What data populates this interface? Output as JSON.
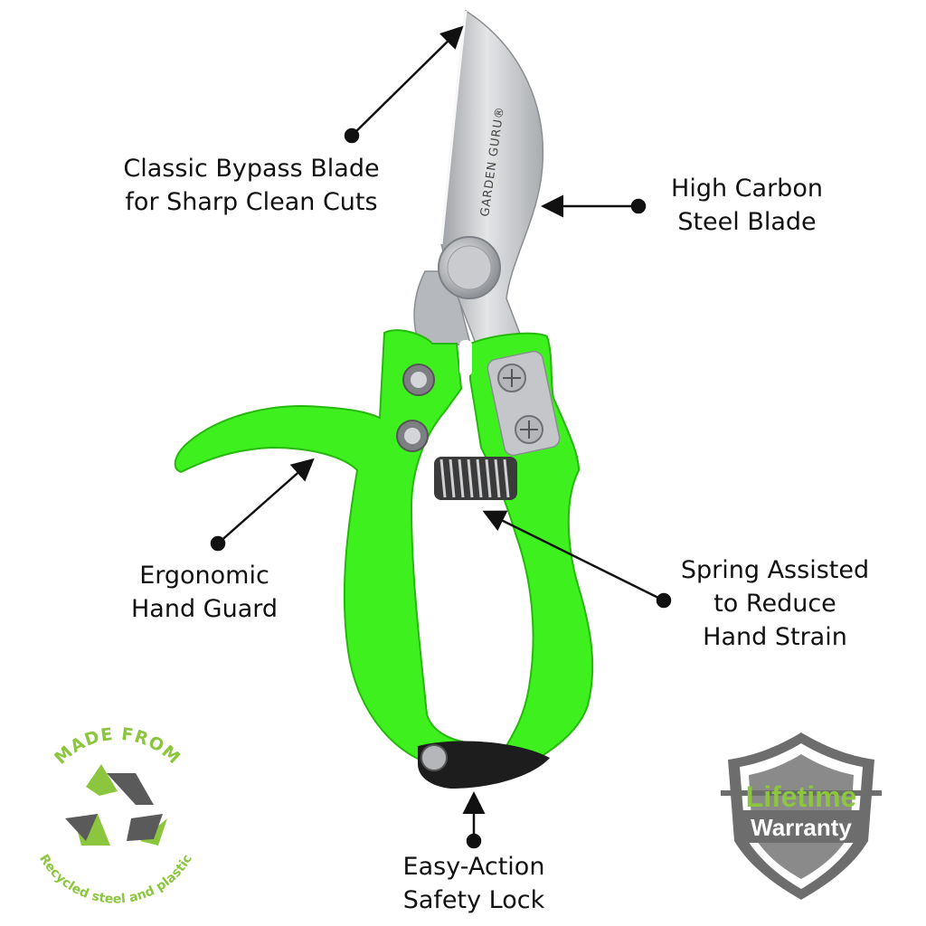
{
  "colors": {
    "handle_green": "#3ef01e",
    "blade_steel": "#c4c6c9",
    "recycle_green": "#8cc63f",
    "recycle_dark": "#5a5a5a",
    "shield_gray": "#6d6d6d",
    "text": "#111111"
  },
  "callouts": {
    "bypass_blade": {
      "line1": "Classic Bypass Blade",
      "line2": "for Sharp Clean Cuts"
    },
    "carbon_steel": {
      "line1": "High Carbon",
      "line2": "Steel Blade"
    },
    "hand_guard": {
      "line1": "Ergonomic",
      "line2": "Hand Guard"
    },
    "spring": {
      "line1": "Spring Assisted",
      "line2": "to Reduce",
      "line3": "Hand Strain"
    },
    "safety_lock": {
      "line1": "Easy-Action",
      "line2": "Safety Lock"
    }
  },
  "product": {
    "blade_brand": "GARDEN GURU®",
    "image_name": "bypass-pruning-shears"
  },
  "recycle_badge": {
    "top_text": "MADE FROM",
    "bottom_text": "Recycled steel and plastic",
    "icon": "recycle-icon"
  },
  "warranty_badge": {
    "line1": "Lifetime",
    "line2": "Warranty",
    "icon": "shield-icon"
  }
}
